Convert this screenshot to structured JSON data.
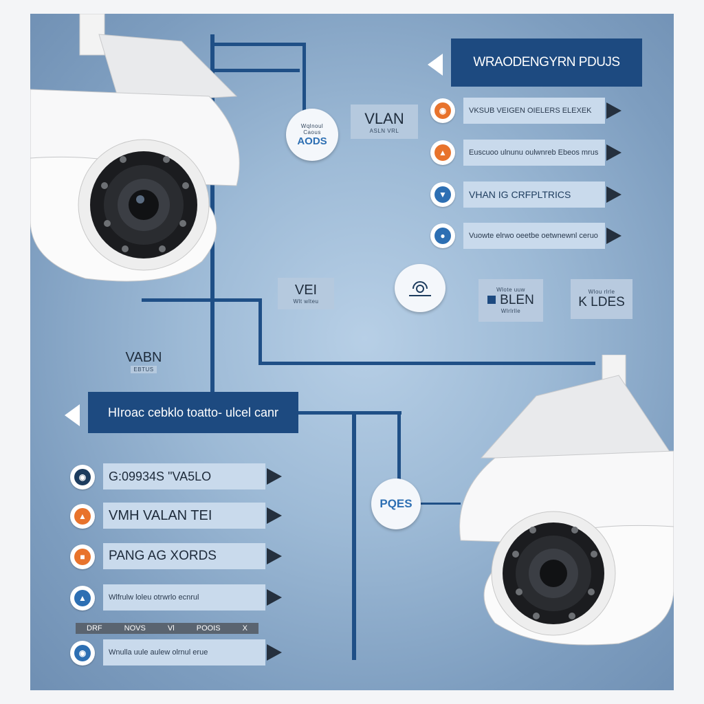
{
  "top_banner": {
    "label": "WRAODENGYRN PDUJS"
  },
  "left_banner": {
    "label": "HIroac cebklo toatto- ulcel canr"
  },
  "vlan_tag_top": {
    "title": "VLAN",
    "sub": "ASLN VRL"
  },
  "aods_bubble": {
    "line1": "Wqlnoul",
    "line2": "Caous",
    "label": "AODS"
  },
  "vlan_tag_mid": {
    "title": "VEI",
    "sub": "Wlt wlteu"
  },
  "vabn_label": {
    "title": "VABN",
    "sub": "EBTUS"
  },
  "pqes_bubble": {
    "label": "PQES"
  },
  "right_items": [
    {
      "text": "VKSUB  VEIGEN  OIELERS  ELEXEK",
      "color": "#e8732c"
    },
    {
      "text": "Euscuoo  ulnunu  oulwnreb  Ebeos  mrus",
      "color": "#e8732c"
    },
    {
      "text": "VHAN  IG CRFPLTRICS",
      "color": "#2d6fb3",
      "highlight": "VHAN"
    },
    {
      "text": "Vuowte  elrwo  oeetbe  oetwnewnl  ceruo",
      "color": "#2d6fb3"
    }
  ],
  "blen_box": {
    "tiny": "Wlote uuw",
    "label": "BLEN",
    "sub": "Wlrlrlle"
  },
  "kldes_box": {
    "tiny": "Wlou rlrle",
    "label": "K LDES"
  },
  "left_items": [
    {
      "text": "G:09934S    \"VA5LO",
      "color": "#1d3c5e",
      "icon": "wolf"
    },
    {
      "text": "VMH    VALAN  TEI",
      "color": "#e8732c",
      "highlight": "VALAN"
    },
    {
      "text": "PANG    AG    XORDS",
      "color": "#e8732c",
      "highlight": "AG"
    },
    {
      "text": "Wlfrulw  loleu  otrwrlo  ecnrul",
      "color": "#2d6fb3"
    },
    {
      "text": "Wnulla  uule  aulew  olrnul  erue",
      "color": "#2d6fb3"
    }
  ],
  "dark_strip": {
    "cells": [
      "DRF",
      "NOVS",
      "Vl",
      "POOIS",
      "X"
    ]
  },
  "colors": {
    "accent": "#1d4a80",
    "orange": "#e8732c",
    "blue": "#2d6fb3"
  }
}
